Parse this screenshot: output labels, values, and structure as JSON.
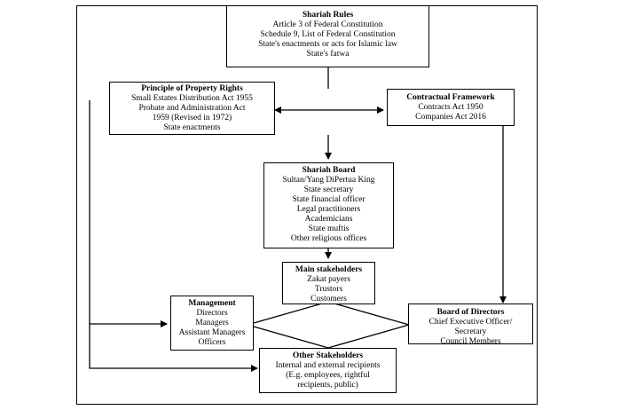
{
  "shariah_rules": {
    "title": "Shariah Rules",
    "lines": [
      "Article 3 of Federal Constitution",
      "Schedule 9, List of Federal Constitution",
      "State's enactments or acts for Islamic law",
      "State's fatwa"
    ]
  },
  "property_rights": {
    "title": "Principle of Property Rights",
    "lines": [
      "Small Estates Distribution Act 1955",
      "Probate and Administration Act",
      "1959 (Revised in 1972)",
      "State enactments"
    ]
  },
  "contractual": {
    "title": "Contractual Framework",
    "lines": [
      "Contracts Act 1950",
      "Companies Act 2016"
    ]
  },
  "shariah_board": {
    "title": "Shariah Board",
    "lines": [
      "Sultan/Yang DiPertua King",
      "State secretary",
      "State financial officer",
      "Legal practitioners",
      "Academicians",
      "State muftis",
      "Other religious offices"
    ]
  },
  "main_stakeholders": {
    "title": "Main stakeholders",
    "lines": [
      "Zakat payers",
      "Trustors",
      "Customers"
    ]
  },
  "management": {
    "title": "Management",
    "lines": [
      "Directors",
      "Managers",
      "Assistant Managers",
      "Officers"
    ]
  },
  "board_of_directors": {
    "title": "Board of Directors",
    "lines": [
      "Chief Executive Officer/",
      "Secretary",
      "Council Members"
    ]
  },
  "other_stakeholders": {
    "title": "Other Stakeholders",
    "lines": [
      "Internal and external recipients",
      "(E.g. employees, rightful",
      "recipients, public)"
    ]
  }
}
